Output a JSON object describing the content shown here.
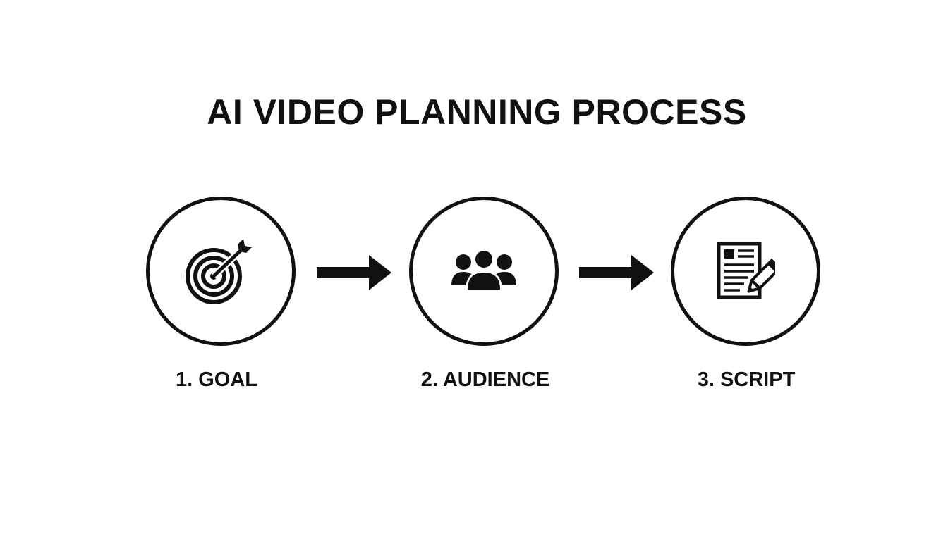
{
  "title": "AI VIDEO PLANNING PROCESS",
  "steps": [
    {
      "label": "1. GOAL",
      "icon": "target-icon"
    },
    {
      "label": "2. AUDIENCE",
      "icon": "people-group-icon"
    },
    {
      "label": "3. SCRIPT",
      "icon": "document-pen-icon"
    }
  ],
  "colors": {
    "foreground": "#111111",
    "background": "#ffffff"
  }
}
